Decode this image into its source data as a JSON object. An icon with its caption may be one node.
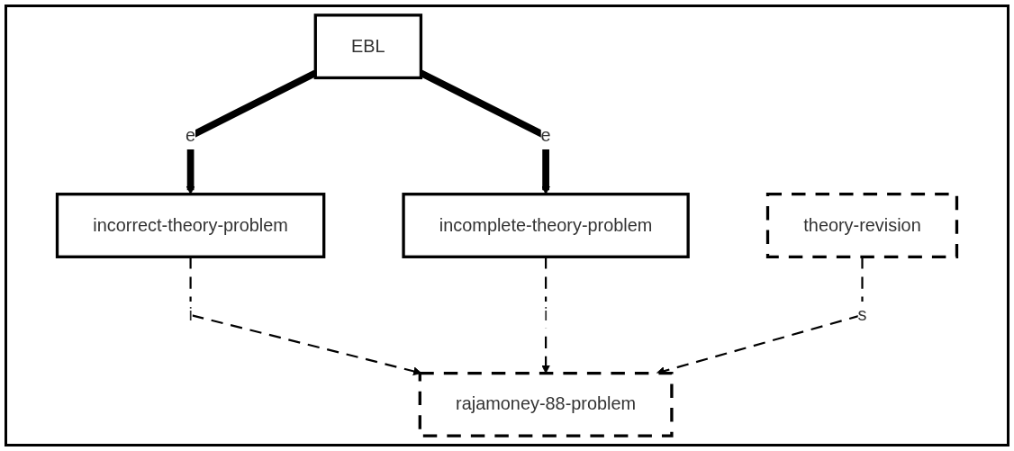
{
  "diagram": {
    "nodes": [
      {
        "text": [
          "EBL"
        ]
      },
      {
        "text": [
          "incorrect-theory-problem"
        ]
      },
      {
        "text": [
          "incomplete-theory-problem"
        ]
      },
      {
        "text": [
          "rajamoney-88-problem"
        ]
      },
      {
        "text": [
          "theory-revision"
        ]
      }
    ],
    "edges": [
      {
        "from": 0,
        "to": 1,
        "arrow": "to",
        "label": "e",
        "style": "thick"
      },
      {
        "from": 0,
        "to": 2,
        "arrow": "to",
        "label": "e",
        "style": "thick"
      },
      {
        "from": 1,
        "to": 3,
        "arrow": "to",
        "label": "i",
        "style": "dashed"
      },
      {
        "from": 2,
        "to": 3,
        "arrow": "to",
        "label": "i",
        "style": "dashed"
      },
      {
        "from": 4,
        "to": 3,
        "arrow": "to",
        "label": "s",
        "style": "dashed"
      }
    ]
  }
}
